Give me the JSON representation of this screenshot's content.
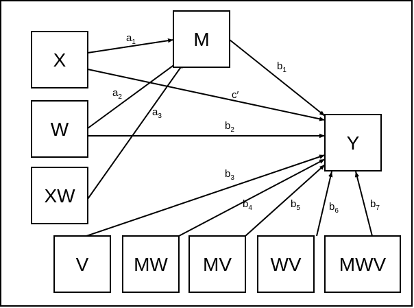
{
  "diagram": {
    "nodes": [
      {
        "id": "X",
        "label": "X"
      },
      {
        "id": "W",
        "label": "W"
      },
      {
        "id": "XW",
        "label": "XW"
      },
      {
        "id": "M",
        "label": "M"
      },
      {
        "id": "Y",
        "label": "Y"
      },
      {
        "id": "V",
        "label": "V"
      },
      {
        "id": "MW",
        "label": "MW"
      },
      {
        "id": "MV",
        "label": "MV"
      },
      {
        "id": "WV",
        "label": "WV"
      },
      {
        "id": "MWV",
        "label": "MWV"
      }
    ],
    "edges": [
      {
        "from": "X",
        "to": "M",
        "label": "a",
        "sub": "1"
      },
      {
        "from": "W",
        "to": "M",
        "label": "a",
        "sub": "2"
      },
      {
        "from": "XW",
        "to": "M",
        "label": "a",
        "sub": "3"
      },
      {
        "from": "M",
        "to": "Y",
        "label": "b",
        "sub": "1"
      },
      {
        "from": "X",
        "to": "Y",
        "label": "c′",
        "sub": ""
      },
      {
        "from": "W",
        "to": "Y",
        "label": "b",
        "sub": "2"
      },
      {
        "from": "V",
        "to": "Y",
        "label": "b",
        "sub": "3"
      },
      {
        "from": "MW",
        "to": "Y",
        "label": "b",
        "sub": "4"
      },
      {
        "from": "MV",
        "to": "Y",
        "label": "b",
        "sub": "5"
      },
      {
        "from": "WV",
        "to": "Y",
        "label": "b",
        "sub": "6"
      },
      {
        "from": "MWV",
        "to": "Y",
        "label": "b",
        "sub": "7"
      }
    ]
  }
}
